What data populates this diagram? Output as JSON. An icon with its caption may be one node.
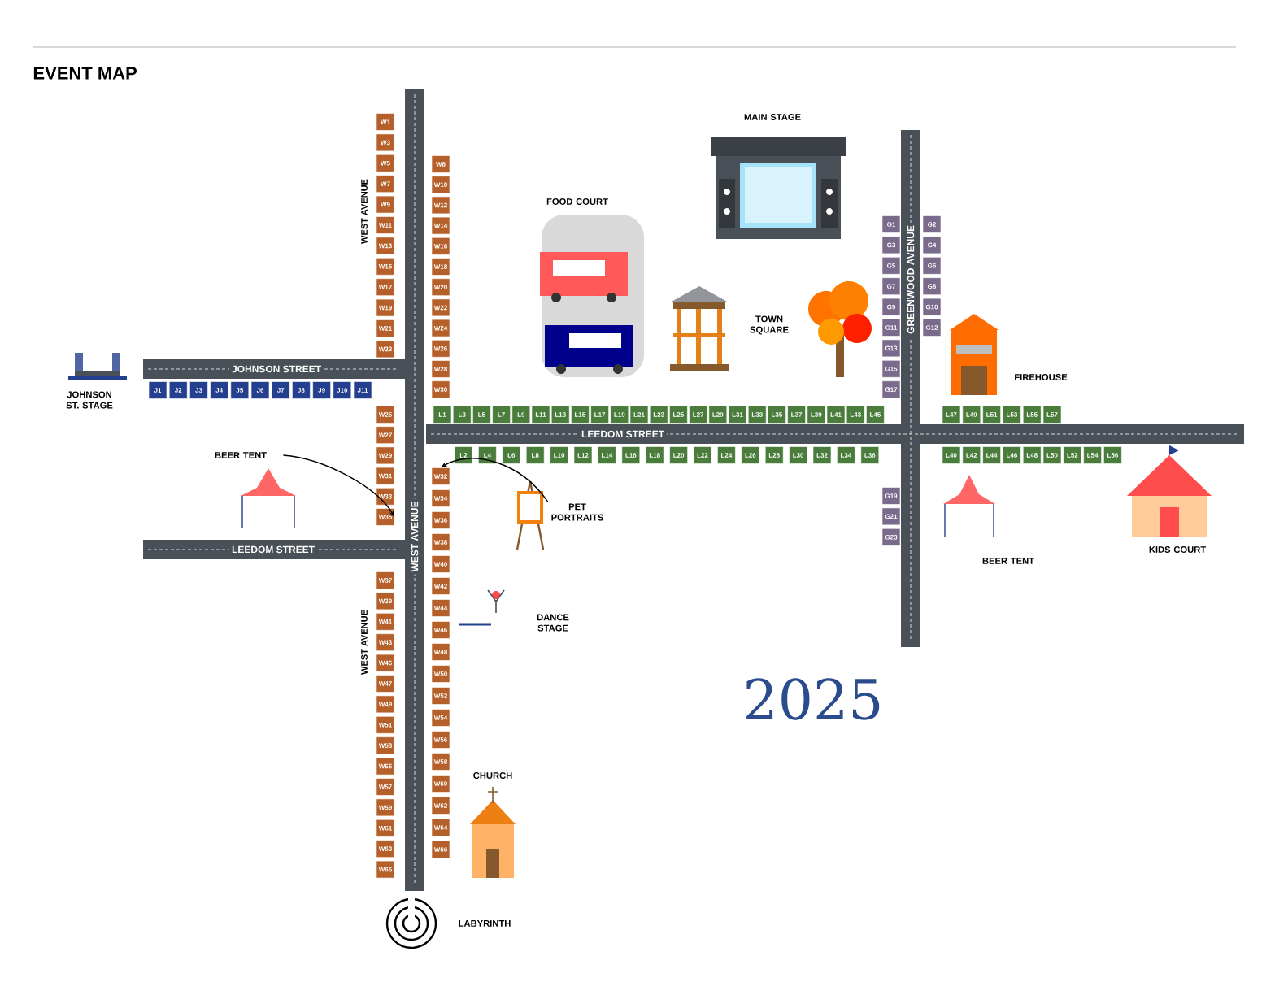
{
  "diagram": {
    "title": "EVENT MAP",
    "nodes": [
      {
        "text": [
          "MAIN STAGE"
        ]
      },
      {
        "text": [
          "FOOD COURT"
        ]
      },
      {
        "text": [
          "TOWN SQUARE"
        ]
      },
      {
        "text": [
          "JOHNSON ST. STAGE"
        ]
      },
      {
        "text": [
          "BEER TENT"
        ]
      },
      {
        "text": [
          "FIREHOUSE"
        ]
      },
      {
        "text": [
          "PET PORTRAITS"
        ]
      },
      {
        "text": [
          "DANCE STAGE"
        ]
      },
      {
        "text": [
          "BEER TENT"
        ]
      },
      {
        "text": [
          "KIDS COURT"
        ]
      },
      {
        "text": [
          "CHURCH"
        ]
      },
      {
        "text": [
          "LABYRINTH"
        ]
      },
      {
        "text": [
          "W1"
        ]
      },
      {
        "text": [
          "W3"
        ]
      },
      {
        "text": [
          "W5"
        ]
      },
      {
        "text": [
          "W7"
        ]
      },
      {
        "text": [
          "W9"
        ]
      },
      {
        "text": [
          "W11"
        ]
      },
      {
        "text": [
          "W13"
        ]
      },
      {
        "text": [
          "W15"
        ]
      },
      {
        "text": [
          "W17"
        ]
      },
      {
        "text": [
          "W19"
        ]
      },
      {
        "text": [
          "W21"
        ]
      },
      {
        "text": [
          "W23"
        ]
      },
      {
        "text": [
          "W25"
        ]
      },
      {
        "text": [
          "W27"
        ]
      },
      {
        "text": [
          "W29"
        ]
      },
      {
        "text": [
          "W31"
        ]
      },
      {
        "text": [
          "W33"
        ]
      },
      {
        "text": [
          "W35"
        ]
      },
      {
        "text": [
          "W37"
        ]
      },
      {
        "text": [
          "W39"
        ]
      },
      {
        "text": [
          "W41"
        ]
      },
      {
        "text": [
          "W43"
        ]
      },
      {
        "text": [
          "W45"
        ]
      },
      {
        "text": [
          "W47"
        ]
      },
      {
        "text": [
          "W49"
        ]
      },
      {
        "text": [
          "W51"
        ]
      },
      {
        "text": [
          "W53"
        ]
      },
      {
        "text": [
          "W55"
        ]
      },
      {
        "text": [
          "W57"
        ]
      },
      {
        "text": [
          "W59"
        ]
      },
      {
        "text": [
          "W61"
        ]
      },
      {
        "text": [
          "W63"
        ]
      },
      {
        "text": [
          "W65"
        ]
      },
      {
        "text": [
          "W8"
        ]
      },
      {
        "text": [
          "W10"
        ]
      },
      {
        "text": [
          "W12"
        ]
      },
      {
        "text": [
          "W14"
        ]
      },
      {
        "text": [
          "W16"
        ]
      },
      {
        "text": [
          "W18"
        ]
      },
      {
        "text": [
          "W20"
        ]
      },
      {
        "text": [
          "W22"
        ]
      },
      {
        "text": [
          "W24"
        ]
      },
      {
        "text": [
          "W26"
        ]
      },
      {
        "text": [
          "W28"
        ]
      },
      {
        "text": [
          "W30"
        ]
      },
      {
        "text": [
          "W32"
        ]
      },
      {
        "text": [
          "W34"
        ]
      },
      {
        "text": [
          "W36"
        ]
      },
      {
        "text": [
          "W38"
        ]
      },
      {
        "text": [
          "W40"
        ]
      },
      {
        "text": [
          "W42"
        ]
      },
      {
        "text": [
          "W44"
        ]
      },
      {
        "text": [
          "W46"
        ]
      },
      {
        "text": [
          "W48"
        ]
      },
      {
        "text": [
          "W50"
        ]
      },
      {
        "text": [
          "W52"
        ]
      },
      {
        "text": [
          "W54"
        ]
      },
      {
        "text": [
          "W56"
        ]
      },
      {
        "text": [
          "W58"
        ]
      },
      {
        "text": [
          "W60"
        ]
      },
      {
        "text": [
          "W62"
        ]
      },
      {
        "text": [
          "W64"
        ]
      },
      {
        "text": [
          "W66"
        ]
      },
      {
        "text": [
          "J1"
        ]
      },
      {
        "text": [
          "J2"
        ]
      },
      {
        "text": [
          "J3"
        ]
      },
      {
        "text": [
          "J4"
        ]
      },
      {
        "text": [
          "J5"
        ]
      },
      {
        "text": [
          "J6"
        ]
      },
      {
        "text": [
          "J7"
        ]
      },
      {
        "text": [
          "J8"
        ]
      },
      {
        "text": [
          "J9"
        ]
      },
      {
        "text": [
          "J10"
        ]
      },
      {
        "text": [
          "J11"
        ]
      },
      {
        "text": [
          "L1"
        ]
      },
      {
        "text": [
          "L3"
        ]
      },
      {
        "text": [
          "L5"
        ]
      },
      {
        "text": [
          "L7"
        ]
      },
      {
        "text": [
          "L9"
        ]
      },
      {
        "text": [
          "L11"
        ]
      },
      {
        "text": [
          "L13"
        ]
      },
      {
        "text": [
          "L15"
        ]
      },
      {
        "text": [
          "L17"
        ]
      },
      {
        "text": [
          "L19"
        ]
      },
      {
        "text": [
          "L21"
        ]
      },
      {
        "text": [
          "L23"
        ]
      },
      {
        "text": [
          "L25"
        ]
      },
      {
        "text": [
          "L27"
        ]
      },
      {
        "text": [
          "L29"
        ]
      },
      {
        "text": [
          "L31"
        ]
      },
      {
        "text": [
          "L33"
        ]
      },
      {
        "text": [
          "L35"
        ]
      },
      {
        "text": [
          "L37"
        ]
      },
      {
        "text": [
          "L39"
        ]
      },
      {
        "text": [
          "L41"
        ]
      },
      {
        "text": [
          "L43"
        ]
      },
      {
        "text": [
          "L45"
        ]
      },
      {
        "text": [
          "L2"
        ]
      },
      {
        "text": [
          "L4"
        ]
      },
      {
        "text": [
          "L6"
        ]
      },
      {
        "text": [
          "L8"
        ]
      },
      {
        "text": [
          "L10"
        ]
      },
      {
        "text": [
          "L12"
        ]
      },
      {
        "text": [
          "L14"
        ]
      },
      {
        "text": [
          "L16"
        ]
      },
      {
        "text": [
          "L18"
        ]
      },
      {
        "text": [
          "L20"
        ]
      },
      {
        "text": [
          "L22"
        ]
      },
      {
        "text": [
          "L24"
        ]
      },
      {
        "text": [
          "L26"
        ]
      },
      {
        "text": [
          "L28"
        ]
      },
      {
        "text": [
          "L30"
        ]
      },
      {
        "text": [
          "L32"
        ]
      },
      {
        "text": [
          "L34"
        ]
      },
      {
        "text": [
          "L36"
        ]
      },
      {
        "text": [
          "L47"
        ]
      },
      {
        "text": [
          "L49"
        ]
      },
      {
        "text": [
          "L51"
        ]
      },
      {
        "text": [
          "L53"
        ]
      },
      {
        "text": [
          "L55"
        ]
      },
      {
        "text": [
          "L57"
        ]
      },
      {
        "text": [
          "L40"
        ]
      },
      {
        "text": [
          "L42"
        ]
      },
      {
        "text": [
          "L44"
        ]
      },
      {
        "text": [
          "L46"
        ]
      },
      {
        "text": [
          "L48"
        ]
      },
      {
        "text": [
          "L50"
        ]
      },
      {
        "text": [
          "L52"
        ]
      },
      {
        "text": [
          "L54"
        ]
      },
      {
        "text": [
          "L56"
        ]
      },
      {
        "text": [
          "G1"
        ]
      },
      {
        "text": [
          "G3"
        ]
      },
      {
        "text": [
          "G5"
        ]
      },
      {
        "text": [
          "G7"
        ]
      },
      {
        "text": [
          "G9"
        ]
      },
      {
        "text": [
          "G11"
        ]
      },
      {
        "text": [
          "G13"
        ]
      },
      {
        "text": [
          "G15"
        ]
      },
      {
        "text": [
          "G17"
        ]
      },
      {
        "text": [
          "G2"
        ]
      },
      {
        "text": [
          "G4"
        ]
      },
      {
        "text": [
          "G6"
        ]
      },
      {
        "text": [
          "G8"
        ]
      },
      {
        "text": [
          "G10"
        ]
      },
      {
        "text": [
          "G12"
        ]
      },
      {
        "text": [
          "G19"
        ]
      },
      {
        "text": [
          "G21"
        ]
      },
      {
        "text": [
          "G23"
        ]
      }
    ],
    "edges": [
      {
        "from": 4,
        "to": 29,
        "arrow": "to"
      },
      {
        "from": 6,
        "to": 57,
        "arrow": "to"
      }
    ],
    "labels": [
      "WEST AVENUE",
      "GREENWOOD AVENUE",
      "JOHNSON STREET",
      "LEEDOM STREET",
      "WEST AVENUE",
      "LEEDOM STREET",
      "WEST AVENUE",
      "2025"
    ]
  }
}
